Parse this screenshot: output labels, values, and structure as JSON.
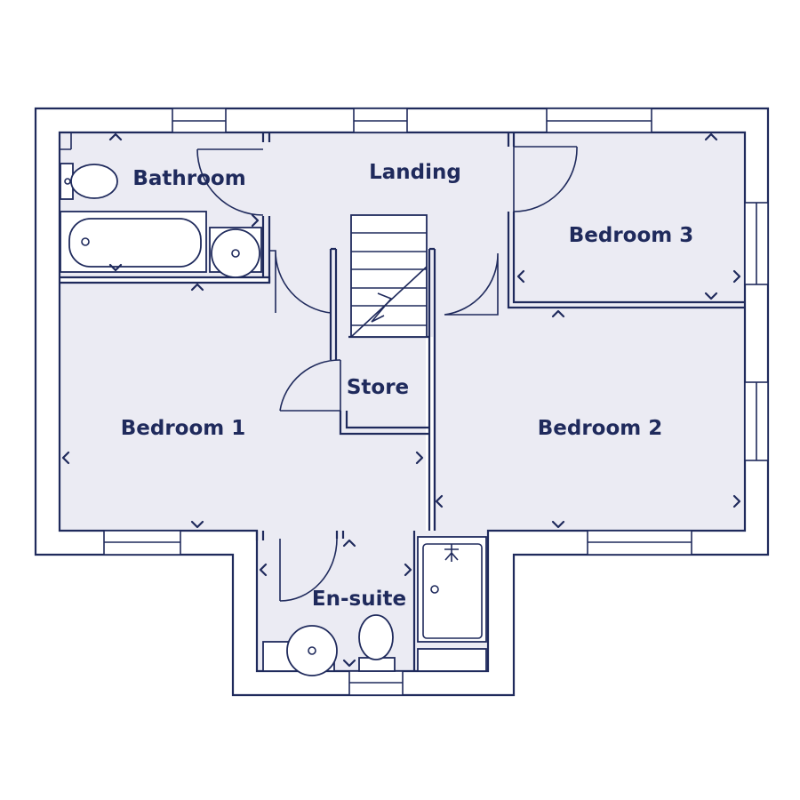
{
  "colors": {
    "wall": "#1f2a5c",
    "floor": "#ebebf3",
    "background": "#ffffff"
  },
  "rooms": {
    "bathroom": "Bathroom",
    "landing": "Landing",
    "bedroom3": "Bedroom 3",
    "store": "Store",
    "bedroom1": "Bedroom 1",
    "bedroom2": "Bedroom 2",
    "ensuite": "En-suite"
  },
  "icons": [
    "toilet-icon",
    "bath-icon",
    "basin-icon",
    "shower-icon",
    "stair-icon",
    "dimension-arrow-icon"
  ]
}
